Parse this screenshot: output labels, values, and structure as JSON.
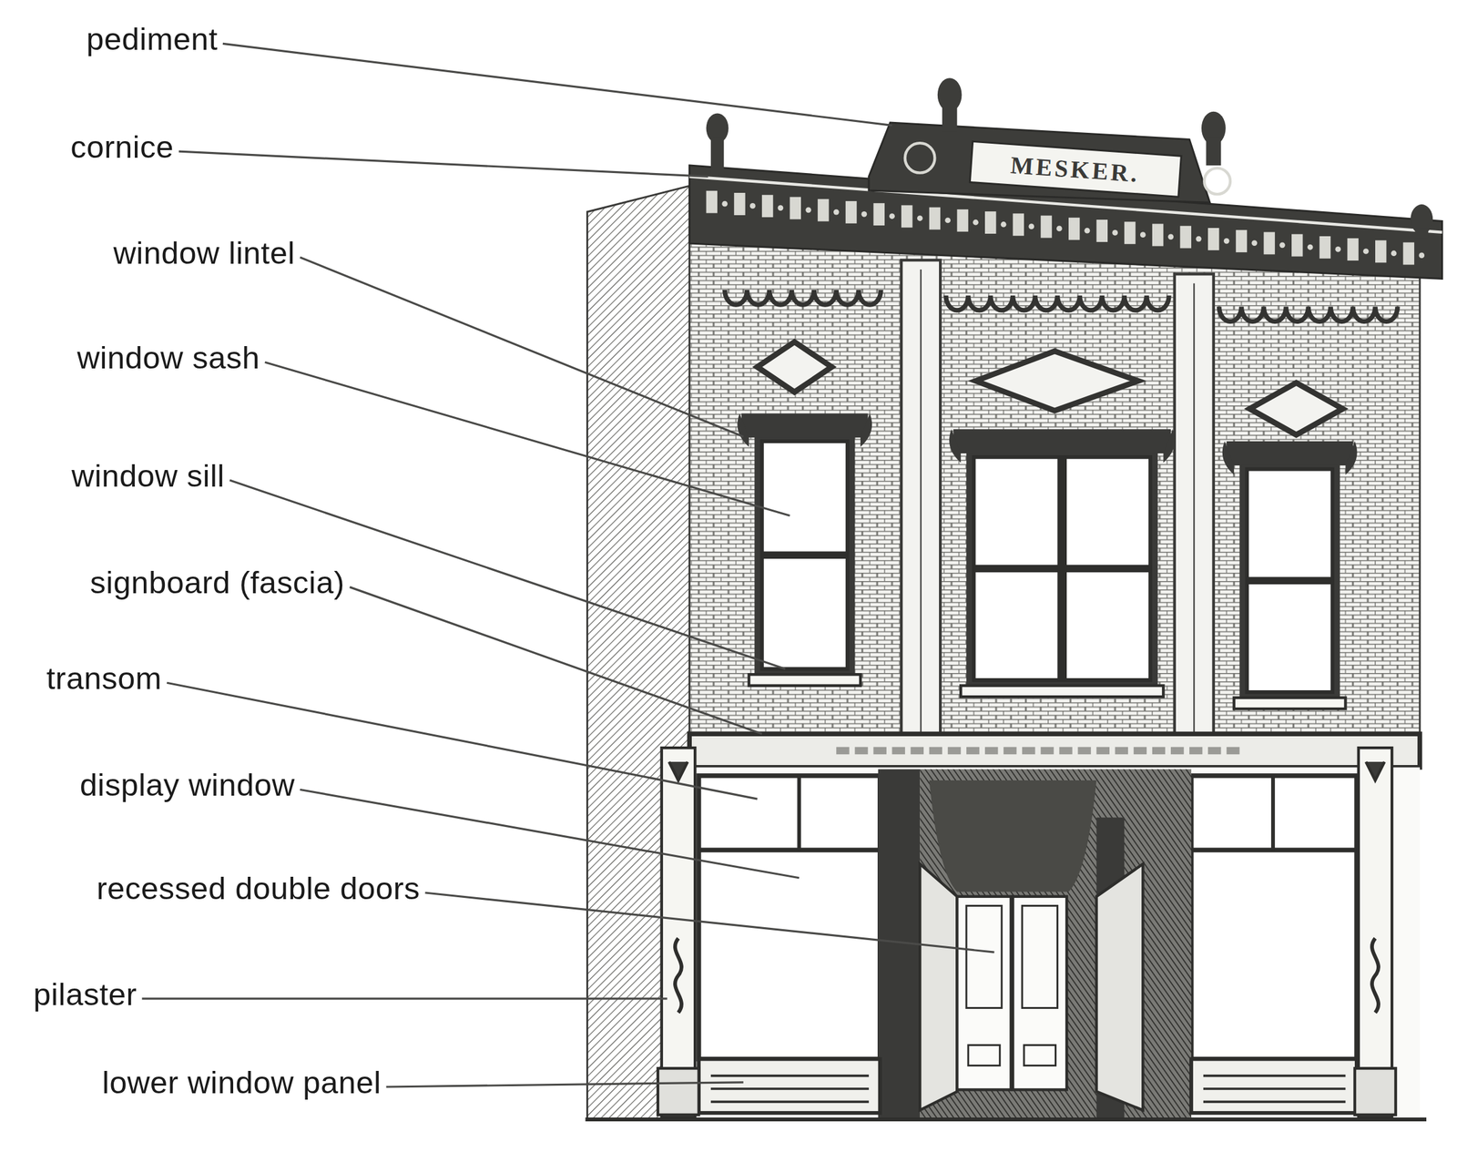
{
  "diagram": {
    "labels": [
      "pediment",
      "cornice",
      "window lintel",
      "window sash",
      "window sill",
      "signboard (fascia)",
      "transom",
      "display window",
      "recessed double doors",
      "pilaster",
      "lower window panel",
      "MESKER."
    ]
  }
}
